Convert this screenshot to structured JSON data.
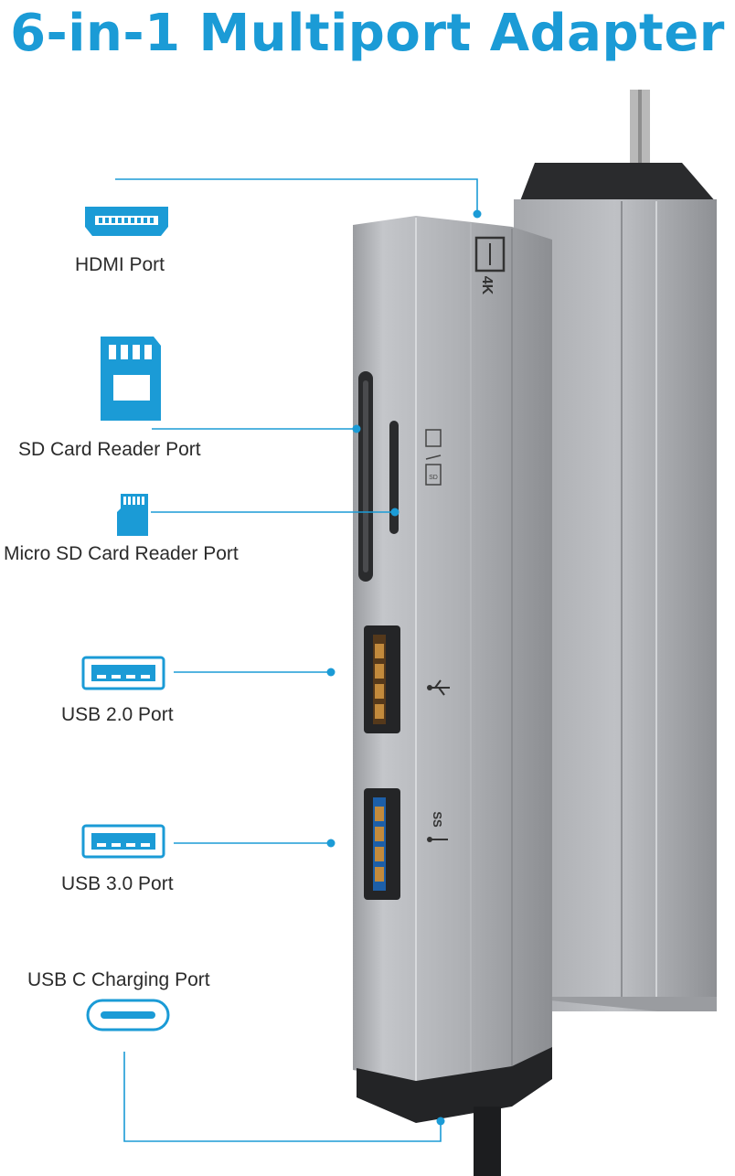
{
  "title": "6-in-1 Multiport Adapter",
  "accent_color": "#1b9bd6",
  "ports": [
    {
      "label": "HDMI Port",
      "icon": "hdmi-icon"
    },
    {
      "label": "SD Card Reader Port",
      "icon": "sd-card-icon"
    },
    {
      "label": "Micro SD Card Reader Port",
      "icon": "micro-sd-card-icon"
    },
    {
      "label": "USB 2.0 Port",
      "icon": "usb-a-icon"
    },
    {
      "label": "USB 3.0 Port",
      "icon": "usb-a-icon"
    },
    {
      "label": "USB C Charging Port",
      "icon": "usb-c-icon"
    }
  ],
  "device": {
    "hdmi_marking": "4K",
    "usb3_marking": "SS"
  }
}
